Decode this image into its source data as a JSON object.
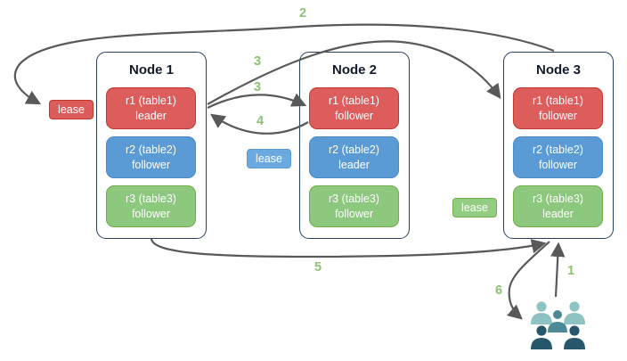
{
  "nodes": [
    {
      "title": "Node 1",
      "replicas": [
        {
          "name": "r1 (table1)",
          "role": "leader",
          "color": "#dd5d5c"
        },
        {
          "name": "r2 (table2)",
          "role": "follower",
          "color": "#5b9bd5"
        },
        {
          "name": "r3 (table3)",
          "role": "follower",
          "color": "#8cc87d"
        }
      ]
    },
    {
      "title": "Node 2",
      "replicas": [
        {
          "name": "r1 (table1)",
          "role": "follower",
          "color": "#dd5d5c"
        },
        {
          "name": "r2 (table2)",
          "role": "leader",
          "color": "#5b9bd5"
        },
        {
          "name": "r3 (table3)",
          "role": "follower",
          "color": "#8cc87d"
        }
      ]
    },
    {
      "title": "Node 3",
      "replicas": [
        {
          "name": "r1 (table1)",
          "role": "follower",
          "color": "#dd5d5c"
        },
        {
          "name": "r2 (table2)",
          "role": "follower",
          "color": "#5b9bd5"
        },
        {
          "name": "r3 (table3)",
          "role": "leader",
          "color": "#8cc87d"
        }
      ]
    }
  ],
  "leases": [
    {
      "label": "lease",
      "color": "#dc5c5c"
    },
    {
      "label": "lease",
      "color": "#6aaae0"
    },
    {
      "label": "lease",
      "color": "#92cd83"
    }
  ],
  "step_labels": [
    "2",
    "3",
    "3",
    "4",
    "5",
    "6",
    "1"
  ],
  "icons": {
    "people_group": "users-group-icon"
  },
  "colors": {
    "arrow": "#595959",
    "step_label": "#8bc374",
    "node_border": "#27405f",
    "red_border": "#c0392b",
    "blue_border": "#4a8ac4",
    "green_border": "#70ad47",
    "people_light": "#8ec3c3",
    "people_medium": "#4b8a96",
    "people_dark": "#28576b"
  }
}
